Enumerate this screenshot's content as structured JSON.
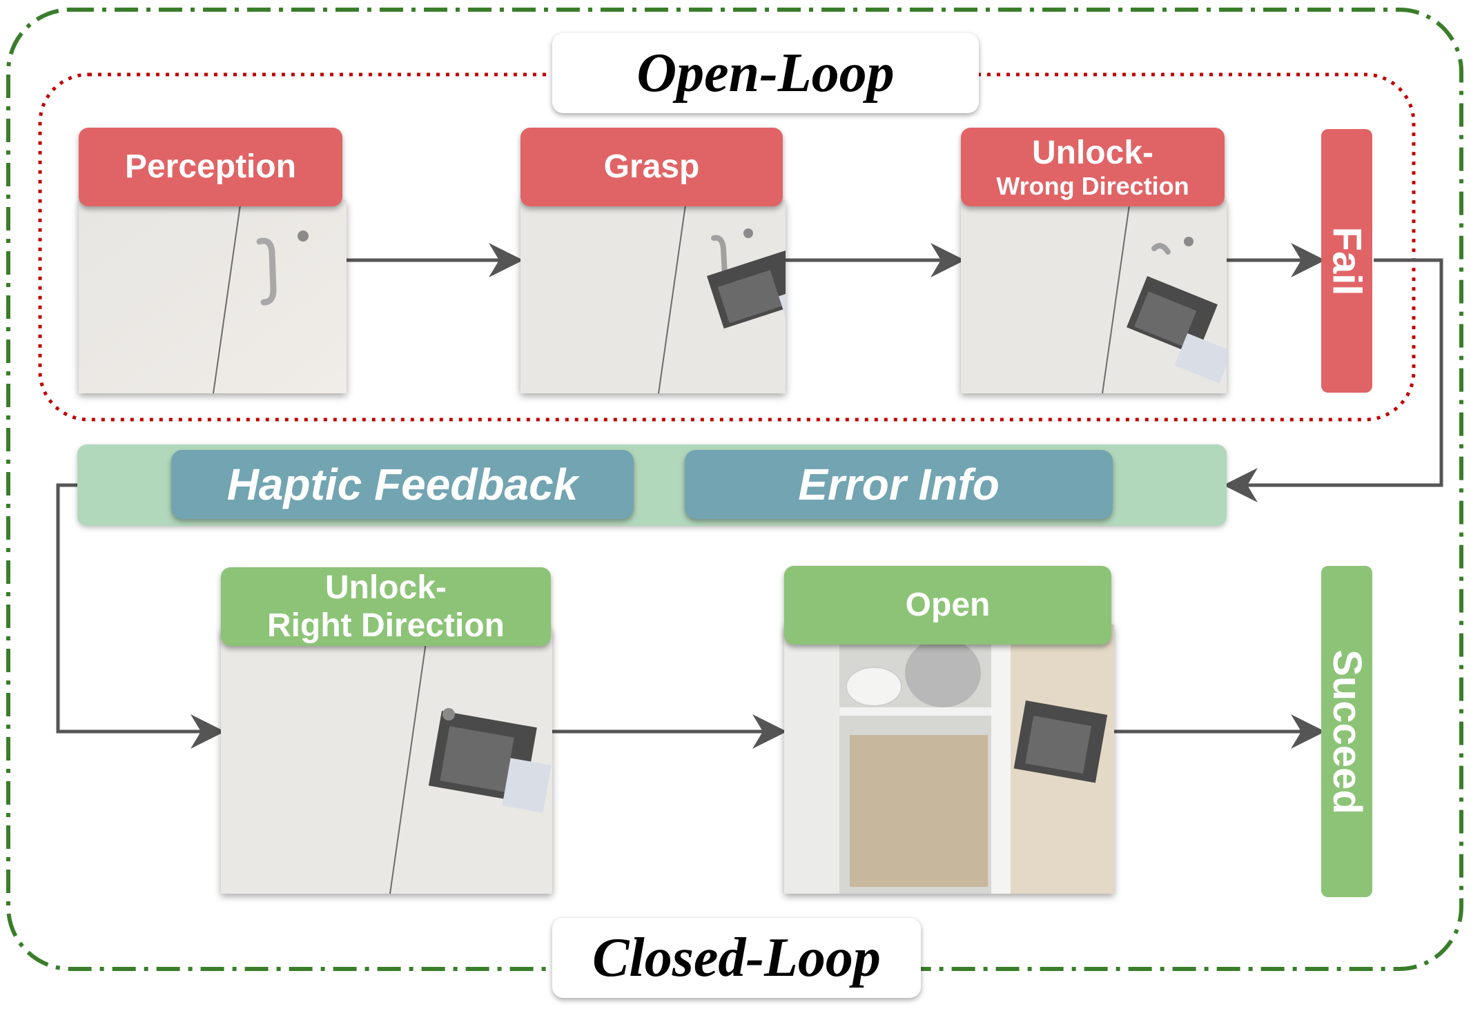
{
  "loops": {
    "open_label": "Open-Loop",
    "closed_label": "Closed-Loop"
  },
  "open_loop_steps": [
    {
      "line1": "Perception",
      "line2": ""
    },
    {
      "line1": "Grasp",
      "line2": ""
    },
    {
      "line1": "Unlock-",
      "line2": "Wrong Direction"
    }
  ],
  "closed_loop_steps": [
    {
      "line1": "Unlock-",
      "line2": "Right Direction"
    },
    {
      "line1": "Open",
      "line2": ""
    }
  ],
  "feedback": {
    "haptic": "Haptic Feedback",
    "error": "Error Info"
  },
  "outcomes": {
    "fail": "Fail",
    "succeed": "Succeed"
  },
  "colors": {
    "fail_red": "#e06466",
    "success_green": "#8dc377",
    "feedback_band": "#b2d8bc",
    "feedback_chip": "#72a4b1",
    "open_loop_border": "#c00000",
    "closed_loop_border": "#3a7d2a",
    "arrow": "#555555"
  }
}
